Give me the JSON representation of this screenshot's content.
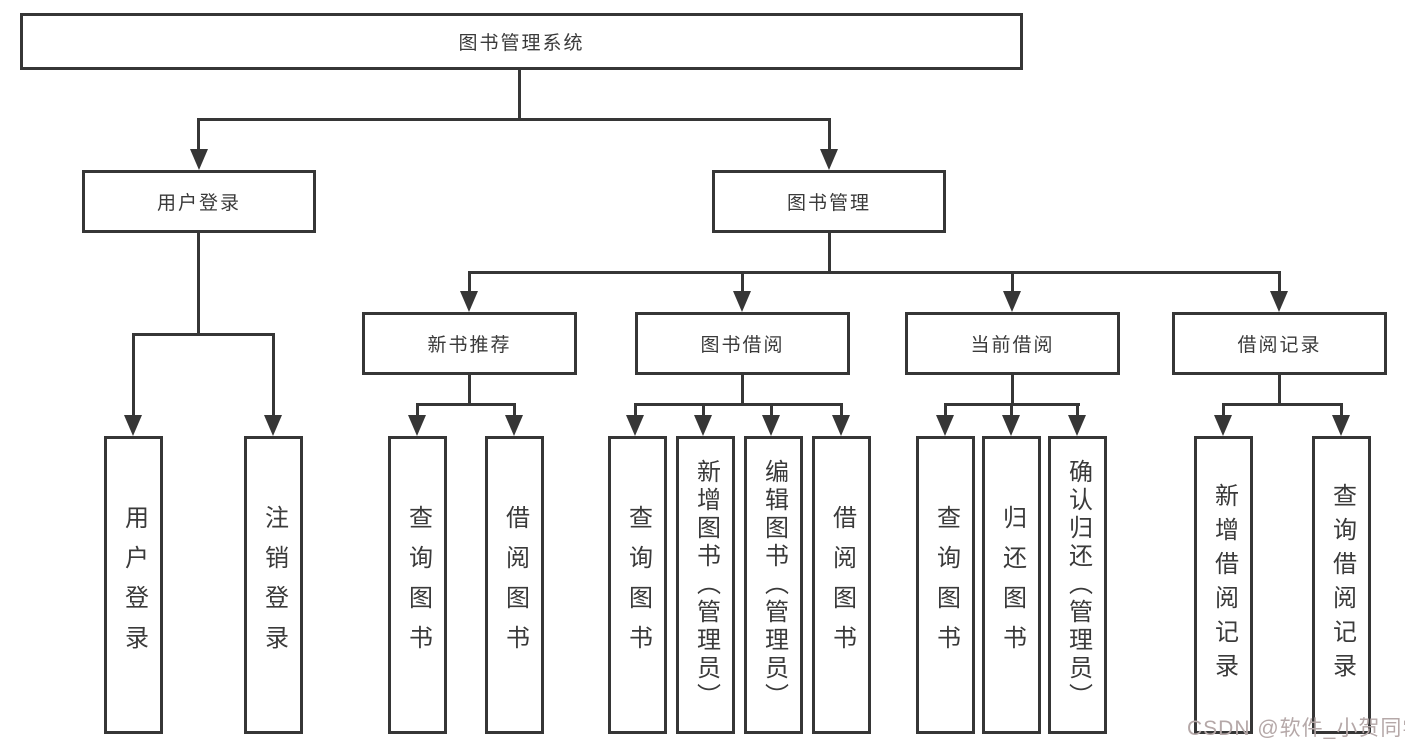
{
  "tree": {
    "root": "图书管理系统",
    "children": [
      {
        "label": "用户登录",
        "children": [
          "用户登录",
          "注销登录"
        ]
      },
      {
        "label": "图书管理",
        "children": [
          {
            "label": "新书推荐",
            "children": [
              "查询图书",
              "借阅图书"
            ]
          },
          {
            "label": "图书借阅",
            "children": [
              "查询图书",
              "新增图书（管理员）",
              "编辑图书（管理员）",
              "借阅图书"
            ]
          },
          {
            "label": "当前借阅",
            "children": [
              "查询图书",
              "归还图书",
              "确认归还（管理员）"
            ]
          },
          {
            "label": "借阅记录",
            "children": [
              "新增借阅记录",
              "查询借阅记录"
            ]
          }
        ]
      }
    ]
  },
  "watermark": "CSDN @软件_小贺同学",
  "colors": {
    "line": "#363636",
    "text": "#3a3a3a",
    "watermark": "#b5a8a8",
    "background": "#ffffff"
  }
}
